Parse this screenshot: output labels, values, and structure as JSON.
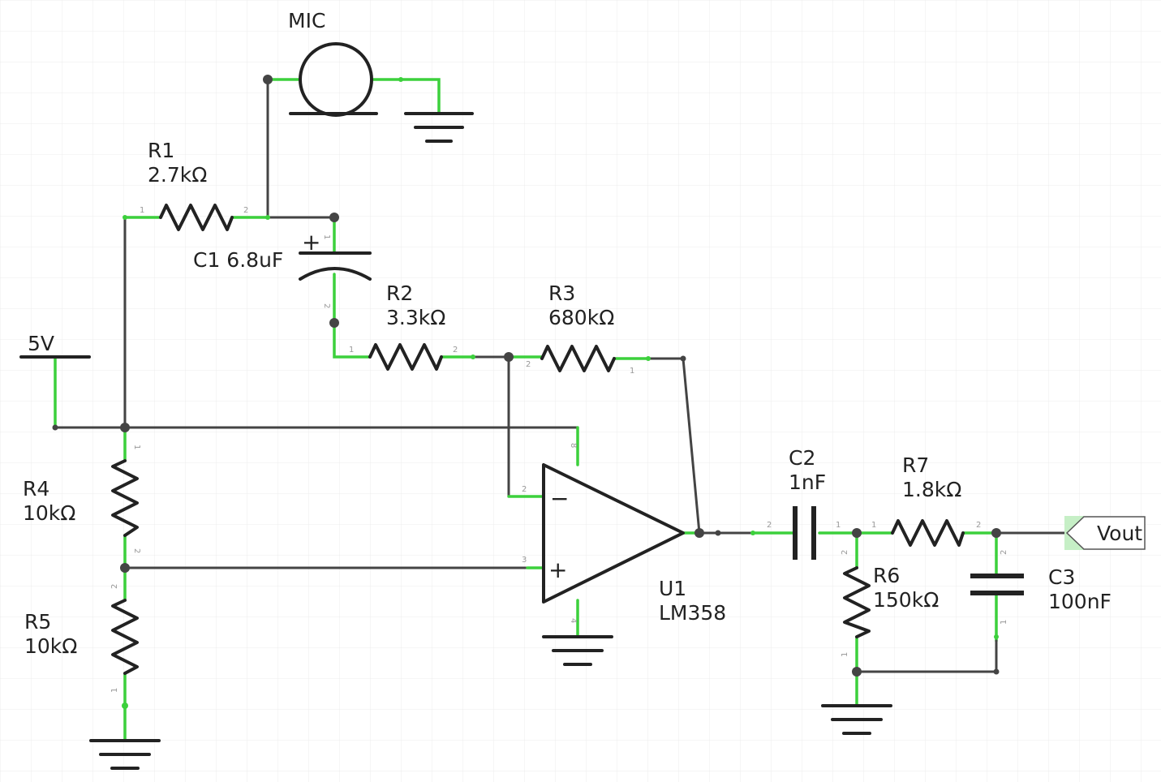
{
  "mic": {
    "label": "MIC"
  },
  "r1": {
    "name": "R1",
    "value": "2.7kΩ"
  },
  "r2": {
    "name": "R2",
    "value": "3.3kΩ"
  },
  "r3": {
    "name": "R3",
    "value": "680kΩ"
  },
  "r4": {
    "name": "R4",
    "value": "10kΩ"
  },
  "r5": {
    "name": "R5",
    "value": "10kΩ"
  },
  "r6": {
    "name": "R6",
    "value": "150kΩ"
  },
  "r7": {
    "name": "R7",
    "value": "1.8kΩ"
  },
  "c1": {
    "label": "C1 6.8uF",
    "polarity": "+"
  },
  "c2": {
    "name": "C2",
    "value": "1nF"
  },
  "c3": {
    "name": "C3",
    "value": "100nF"
  },
  "u1": {
    "name": "U1",
    "part": "LM358",
    "inv": "−",
    "noninv": "+"
  },
  "supply": {
    "label": "5V"
  },
  "output": {
    "label": "Vout"
  },
  "pins": {
    "one": "1",
    "two": "2",
    "three": "3",
    "four": "4",
    "eight": "8"
  },
  "colors": {
    "wire": "#444444",
    "pin_highlight": "#3cd03c",
    "grid": "#ececec"
  }
}
